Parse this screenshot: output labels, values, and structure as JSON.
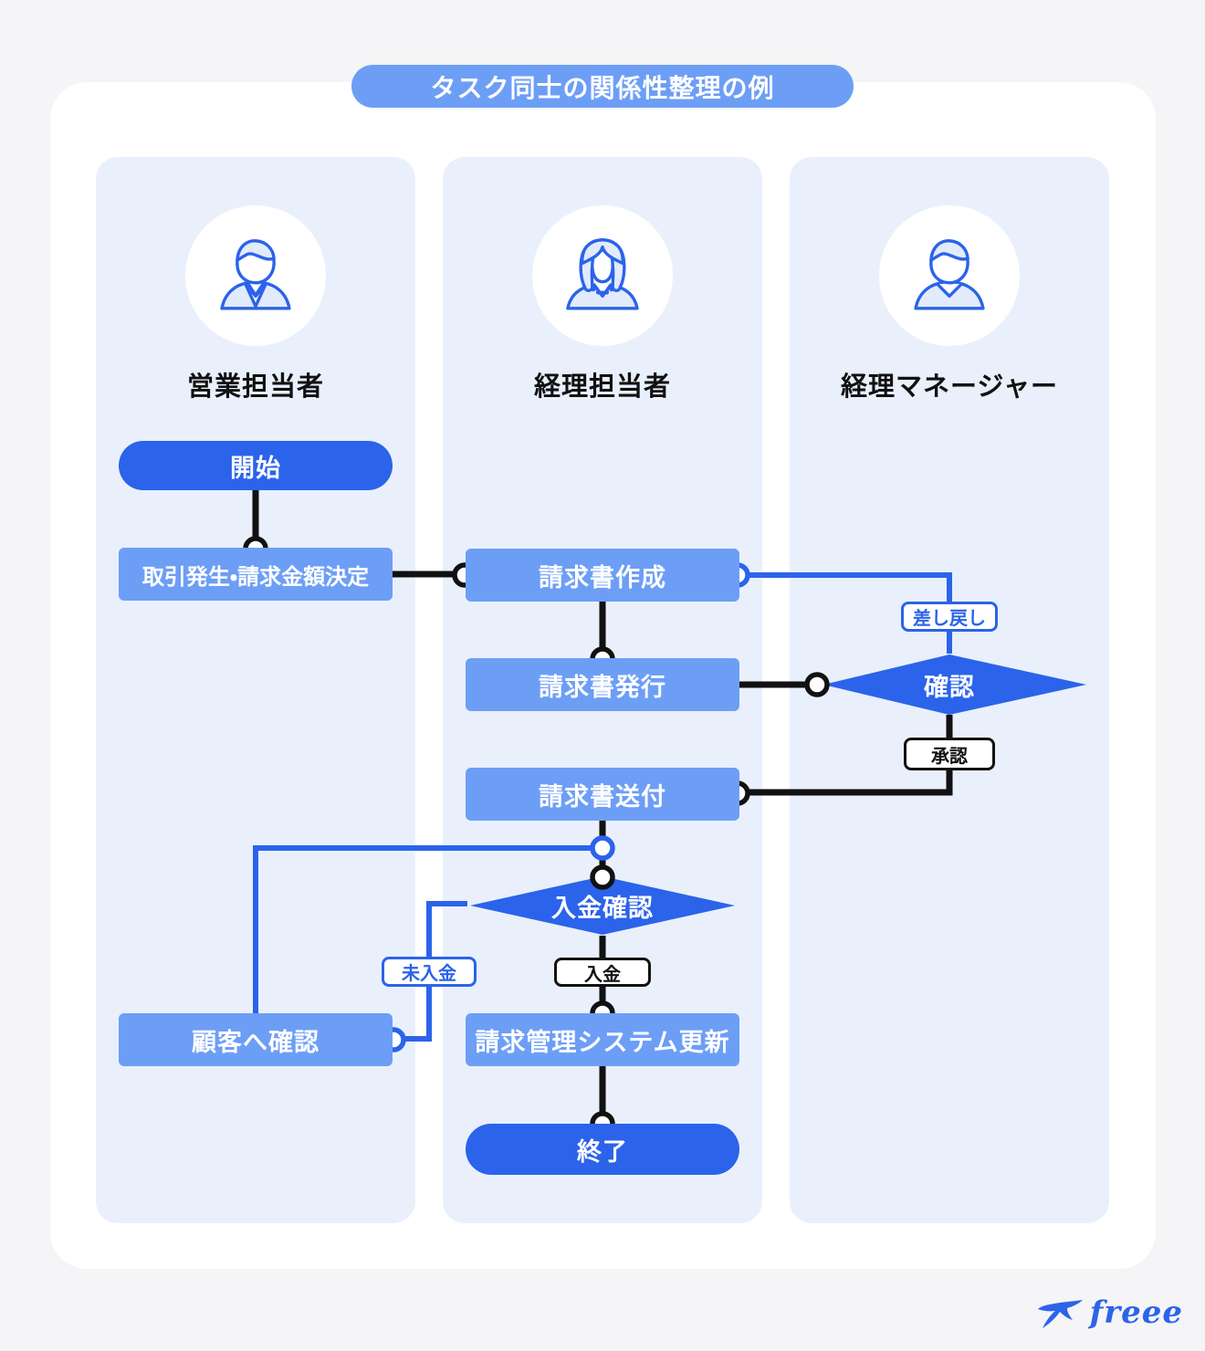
{
  "title": "タスク同士の関係性整理の例",
  "lanes": [
    {
      "label": "営業担当者"
    },
    {
      "label": "経理担当者"
    },
    {
      "label": "経理マネージャー"
    }
  ],
  "nodes": {
    "start": "開始",
    "deal_amount": "取引発生・請求金額決定",
    "invoice_create": "請求書作成",
    "invoice_issue": "請求書発行",
    "manager_check": "確認",
    "send_back": "差し戻し",
    "approve": "承認",
    "invoice_send": "請求書送付",
    "payment_check": "入金確認",
    "unpaid": "未入金",
    "paid": "入金",
    "customer_confirm": "顧客へ確認",
    "system_update": "請求管理システム更新",
    "end": "終了"
  },
  "logo": {
    "text": "freee"
  },
  "colors": {
    "page_bg": "#f5f4f6",
    "card_bg": "#ffffff",
    "lane_bg": "#e9f0fc",
    "box_blue": "#6d9ef6",
    "primary_blue": "#2b63ea",
    "line_black": "#111111"
  }
}
